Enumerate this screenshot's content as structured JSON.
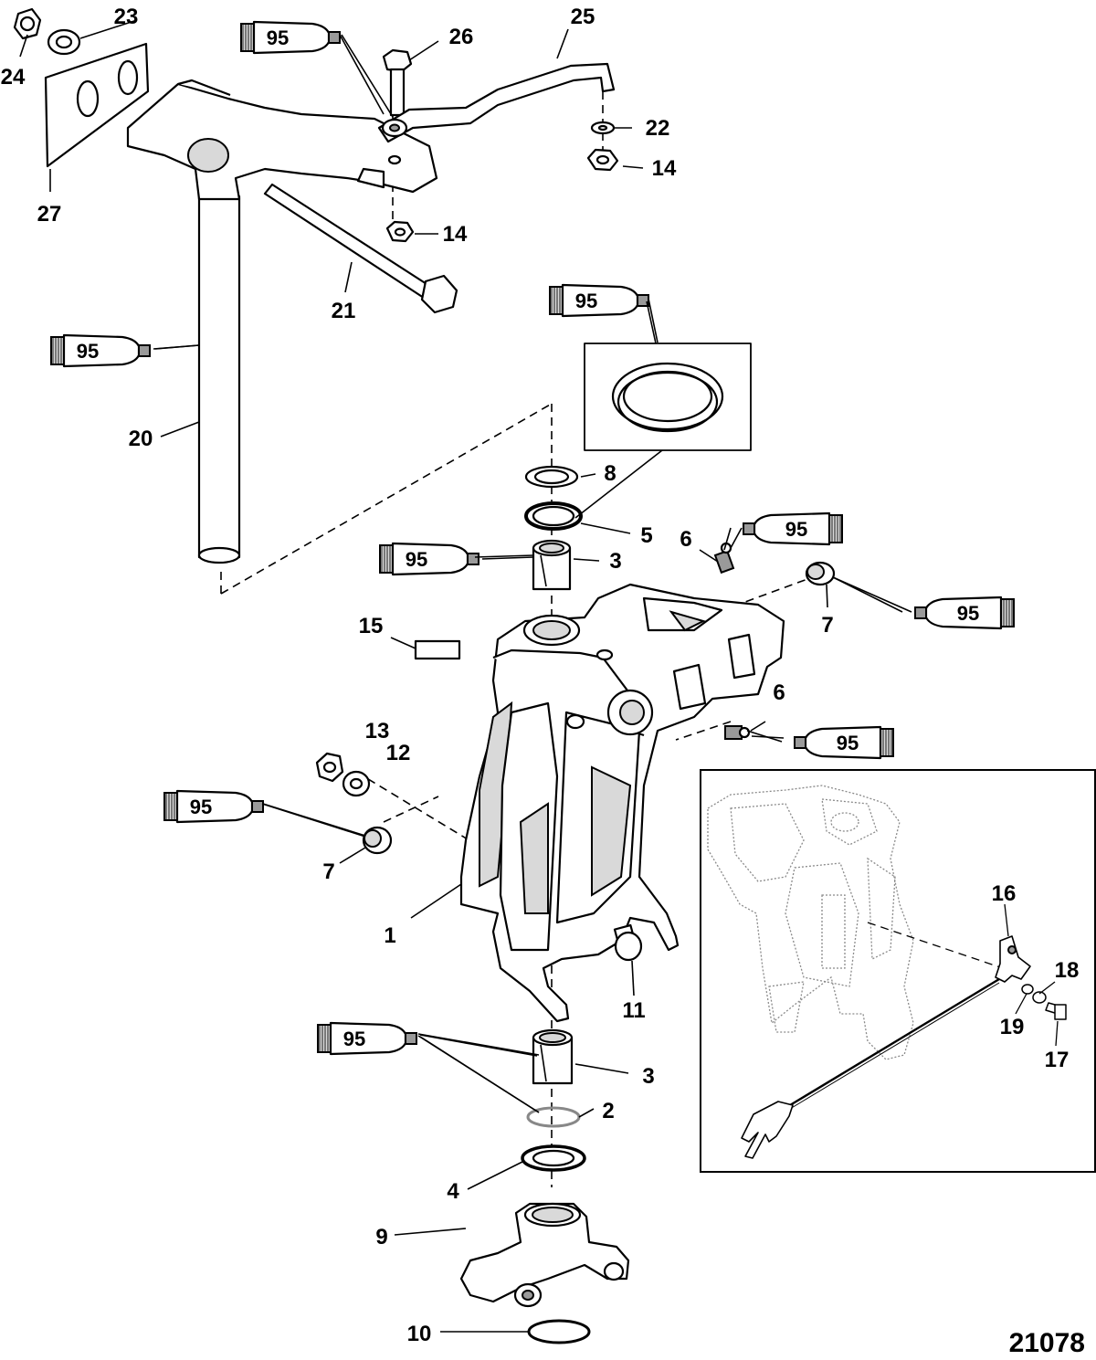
{
  "diagram": {
    "reference_number": "21078",
    "sealant_tube_label": "95",
    "callouts": [
      "1",
      "2",
      "3",
      "3",
      "4",
      "5",
      "6",
      "6",
      "7",
      "7",
      "8",
      "9",
      "10",
      "11",
      "12",
      "13",
      "14",
      "14",
      "15",
      "16",
      "17",
      "18",
      "19",
      "20",
      "21",
      "22",
      "23",
      "24",
      "25",
      "26",
      "27"
    ]
  }
}
